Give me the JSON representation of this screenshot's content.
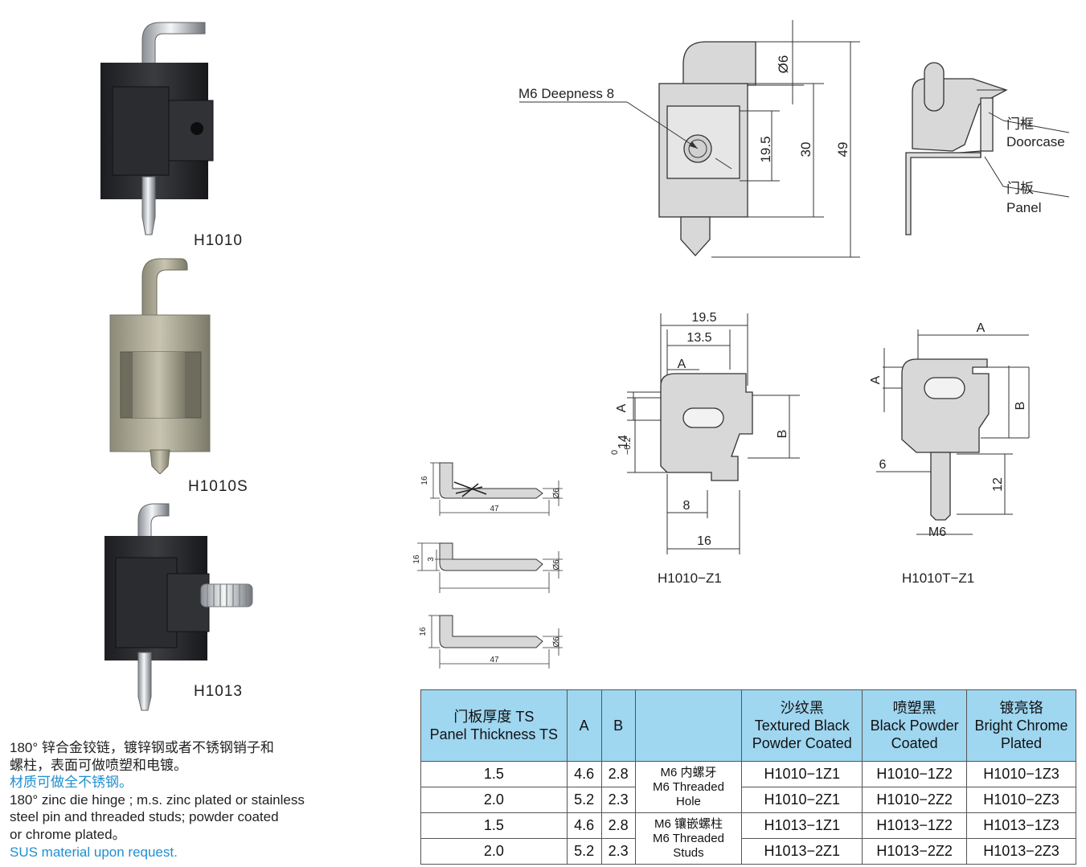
{
  "products": [
    {
      "model": "H1010"
    },
    {
      "model": "H1010S"
    },
    {
      "model": "H1013"
    }
  ],
  "drawing_main": {
    "callout": "M6 Deepness 8",
    "dims": [
      "Ø6",
      "19.5",
      "30",
      "49"
    ],
    "frame_cn": "门框",
    "frame_en": "Doorcase",
    "panel_cn": "门板",
    "panel_en": "Panel"
  },
  "drawing_z1": {
    "model": "H1010−Z1",
    "dims": {
      "w_outer": "19.5",
      "w_inner": "13.5",
      "a_top": "A",
      "a_side": "A",
      "h": "14",
      "tol_upper": "0",
      "tol_lower": "−0.2",
      "b": "B",
      "d8": "8",
      "d16": "16"
    }
  },
  "drawing_t_z1": {
    "model": "H1010T−Z1",
    "dims": {
      "a_top": "A",
      "a_side": "A",
      "b": "B",
      "d6": "6",
      "d12": "12",
      "m6": "M6"
    }
  },
  "pins": {
    "d16": "16",
    "d47": "47",
    "d3": "3",
    "dia": "Ø6"
  },
  "description": {
    "cn_1": "180° 锌合金铰链，镀锌钢或者不锈钢销子和",
    "cn_2": "螺柱，表面可做喷塑和电镀。",
    "cn_blue": "材质可做全不锈钢。",
    "en_1": "180° zinc die hinge ; m.s. zinc plated or stainless",
    "en_2": "steel pin and threaded studs; powder coated",
    "en_3": "or chrome plated。",
    "en_blue": "SUS material upon request."
  },
  "table": {
    "headers": {
      "ts_cn": "门板厚度 TS",
      "ts_en": "Panel Thickness TS",
      "a": "A",
      "b": "B",
      "c1_cn": "沙纹黑",
      "c1_en1": "Textured Black",
      "c1_en2": "Powder Coated",
      "c2_cn": "喷塑黑",
      "c2_en1": "Black Powder",
      "c2_en2": "Coated",
      "c3_cn": "镀亮铬",
      "c3_en1": "Bright Chrome",
      "c3_en2": "Plated"
    },
    "rows": [
      {
        "ts": "1.5",
        "a": "4.6",
        "b": "2.8",
        "c1": "H1010−1Z1",
        "c2": "H1010−1Z2",
        "c3": "H1010−1Z3"
      },
      {
        "ts": "2.0",
        "a": "5.2",
        "b": "2.3",
        "c1": "H1010−2Z1",
        "c2": "H1010−2Z2",
        "c3": "H1010−2Z3"
      },
      {
        "ts": "1.5",
        "a": "4.6",
        "b": "2.8",
        "c1": "H1013−1Z1",
        "c2": "H1013−1Z2",
        "c3": "H1013−1Z3"
      },
      {
        "ts": "2.0",
        "a": "5.2",
        "b": "2.3",
        "c1": "H1013−2Z1",
        "c2": "H1013−2Z2",
        "c3": "H1013−2Z3"
      }
    ],
    "thread_1": {
      "cn": "M6 内螺牙",
      "en1": "M6 Threaded",
      "en2": "Hole"
    },
    "thread_2": {
      "cn": "M6 镶嵌螺柱",
      "en1": "M6 Threaded",
      "en2": "Studs"
    }
  }
}
